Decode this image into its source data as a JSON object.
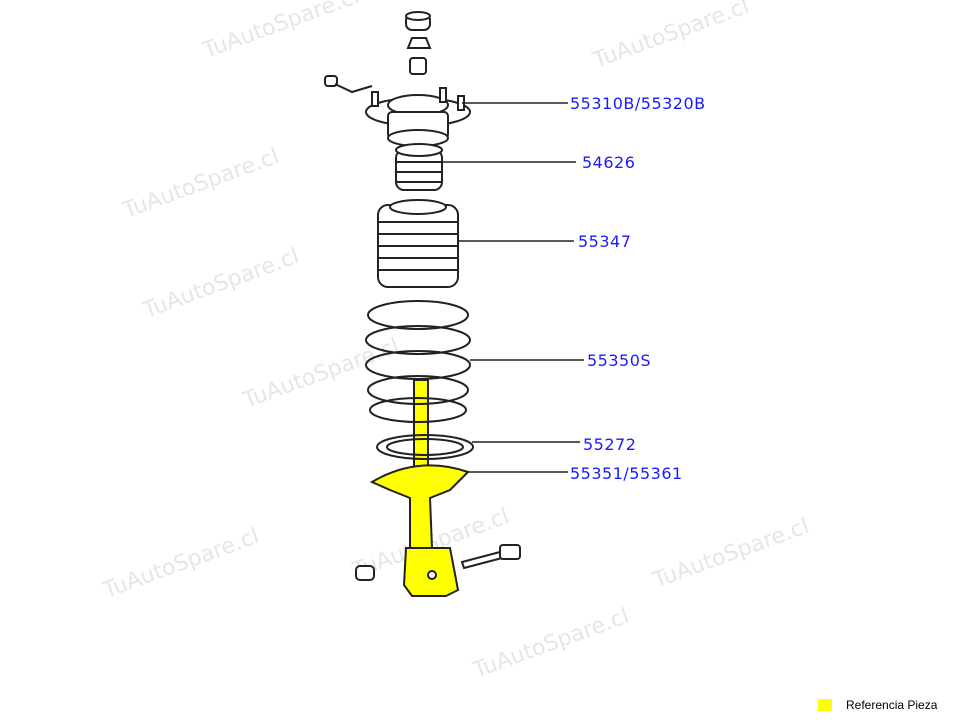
{
  "watermark": "TuAutoSpare.cl",
  "labels": [
    "55310B/55320B",
    "54626",
    "55347",
    "55350S",
    "55272",
    "55351/55361"
  ],
  "legend": {
    "label": "Referencia Pieza",
    "color": "#ffff00"
  },
  "colors": {
    "label": "#1a1aff",
    "highlight": "#ffff00"
  }
}
